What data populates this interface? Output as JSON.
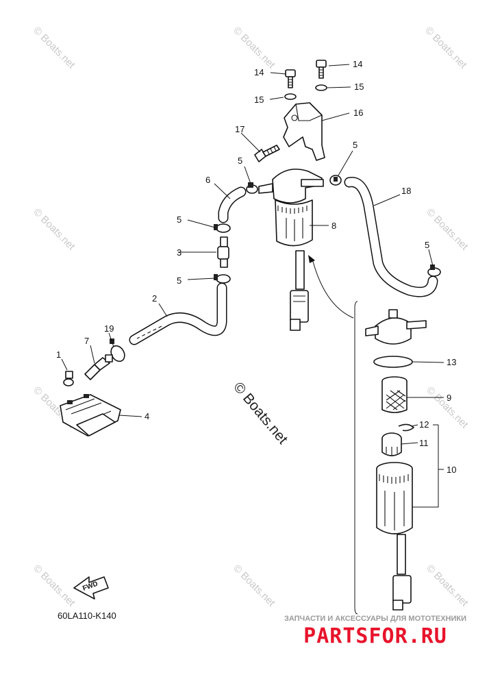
{
  "diagram": {
    "code": "60LA110-K140",
    "fwd_label": "FWD",
    "center_watermark": "© Boats.net",
    "corner_watermark": "© Boats.net",
    "brand_tagline": "ЗАПЧАСТИ И АКСЕССУАРЫ ДЛЯ МОТОТЕХНИКИ",
    "brand_logo": "PARTSFOR.RU",
    "callouts": {
      "c1": "1",
      "c2": "2",
      "c3": "3",
      "c4": "4",
      "c5a": "5",
      "c5b": "5",
      "c5c": "5",
      "c5d": "5",
      "c5e": "5",
      "c6": "6",
      "c7": "7",
      "c8": "8",
      "c9": "9",
      "c10": "10",
      "c11": "11",
      "c12": "12",
      "c13": "13",
      "c14a": "14",
      "c14b": "14",
      "c15a": "15",
      "c15b": "15",
      "c16": "16",
      "c17": "17",
      "c18": "18",
      "c19": "19"
    },
    "colors": {
      "line": "#111111",
      "watermark": "#c9c9c9",
      "brand_red": "#e8132b"
    }
  }
}
